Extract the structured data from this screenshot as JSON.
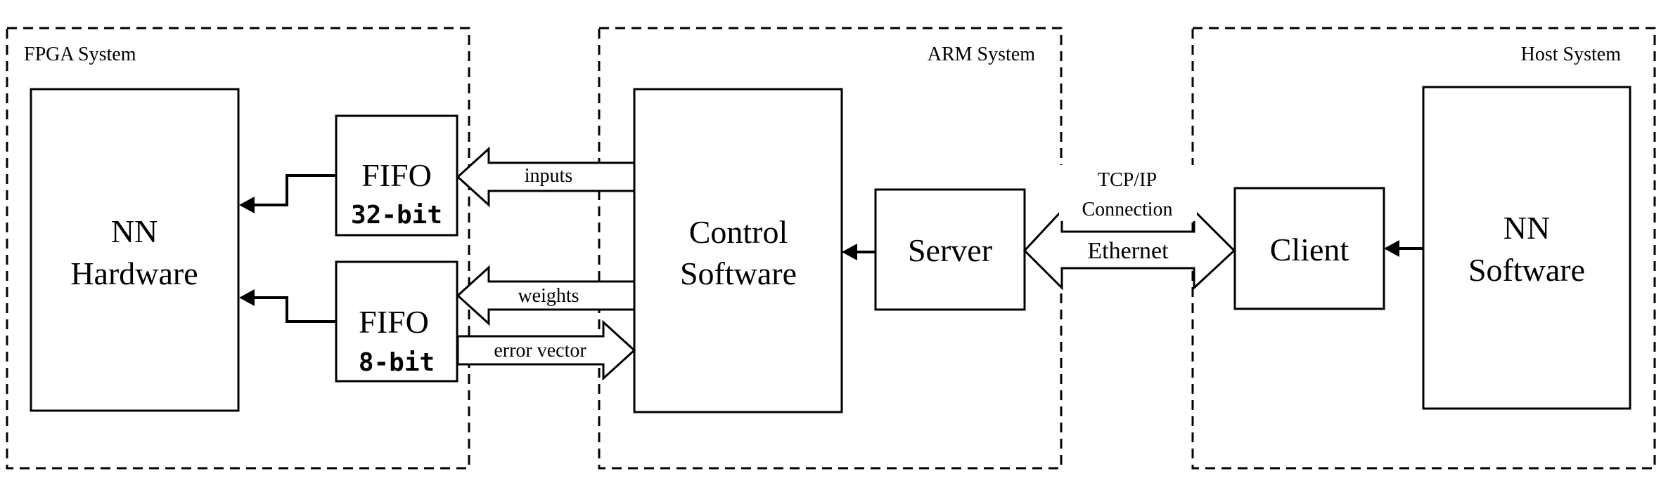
{
  "systems": {
    "fpga": {
      "label": "FPGA System"
    },
    "arm": {
      "label": "ARM System"
    },
    "host": {
      "label": "Host System"
    }
  },
  "blocks": {
    "nn_hardware": {
      "line1": "NN",
      "line2": "Hardware"
    },
    "fifo_32": {
      "name": "FIFO",
      "width": "32-bit"
    },
    "fifo_8": {
      "name": "FIFO",
      "width": "8-bit"
    },
    "control_software": {
      "line1": "Control",
      "line2": "Software"
    },
    "server": {
      "label": "Server"
    },
    "client": {
      "label": "Client"
    },
    "nn_software": {
      "line1": "NN",
      "line2": "Software"
    }
  },
  "arrows": {
    "inputs": "inputs",
    "weights": "weights",
    "error_vector": "error vector",
    "tcp_line1": "TCP/IP",
    "tcp_line2": "Connection",
    "ethernet": "Ethernet"
  },
  "colors": {
    "stroke": "#000000",
    "background": "#ffffff"
  }
}
